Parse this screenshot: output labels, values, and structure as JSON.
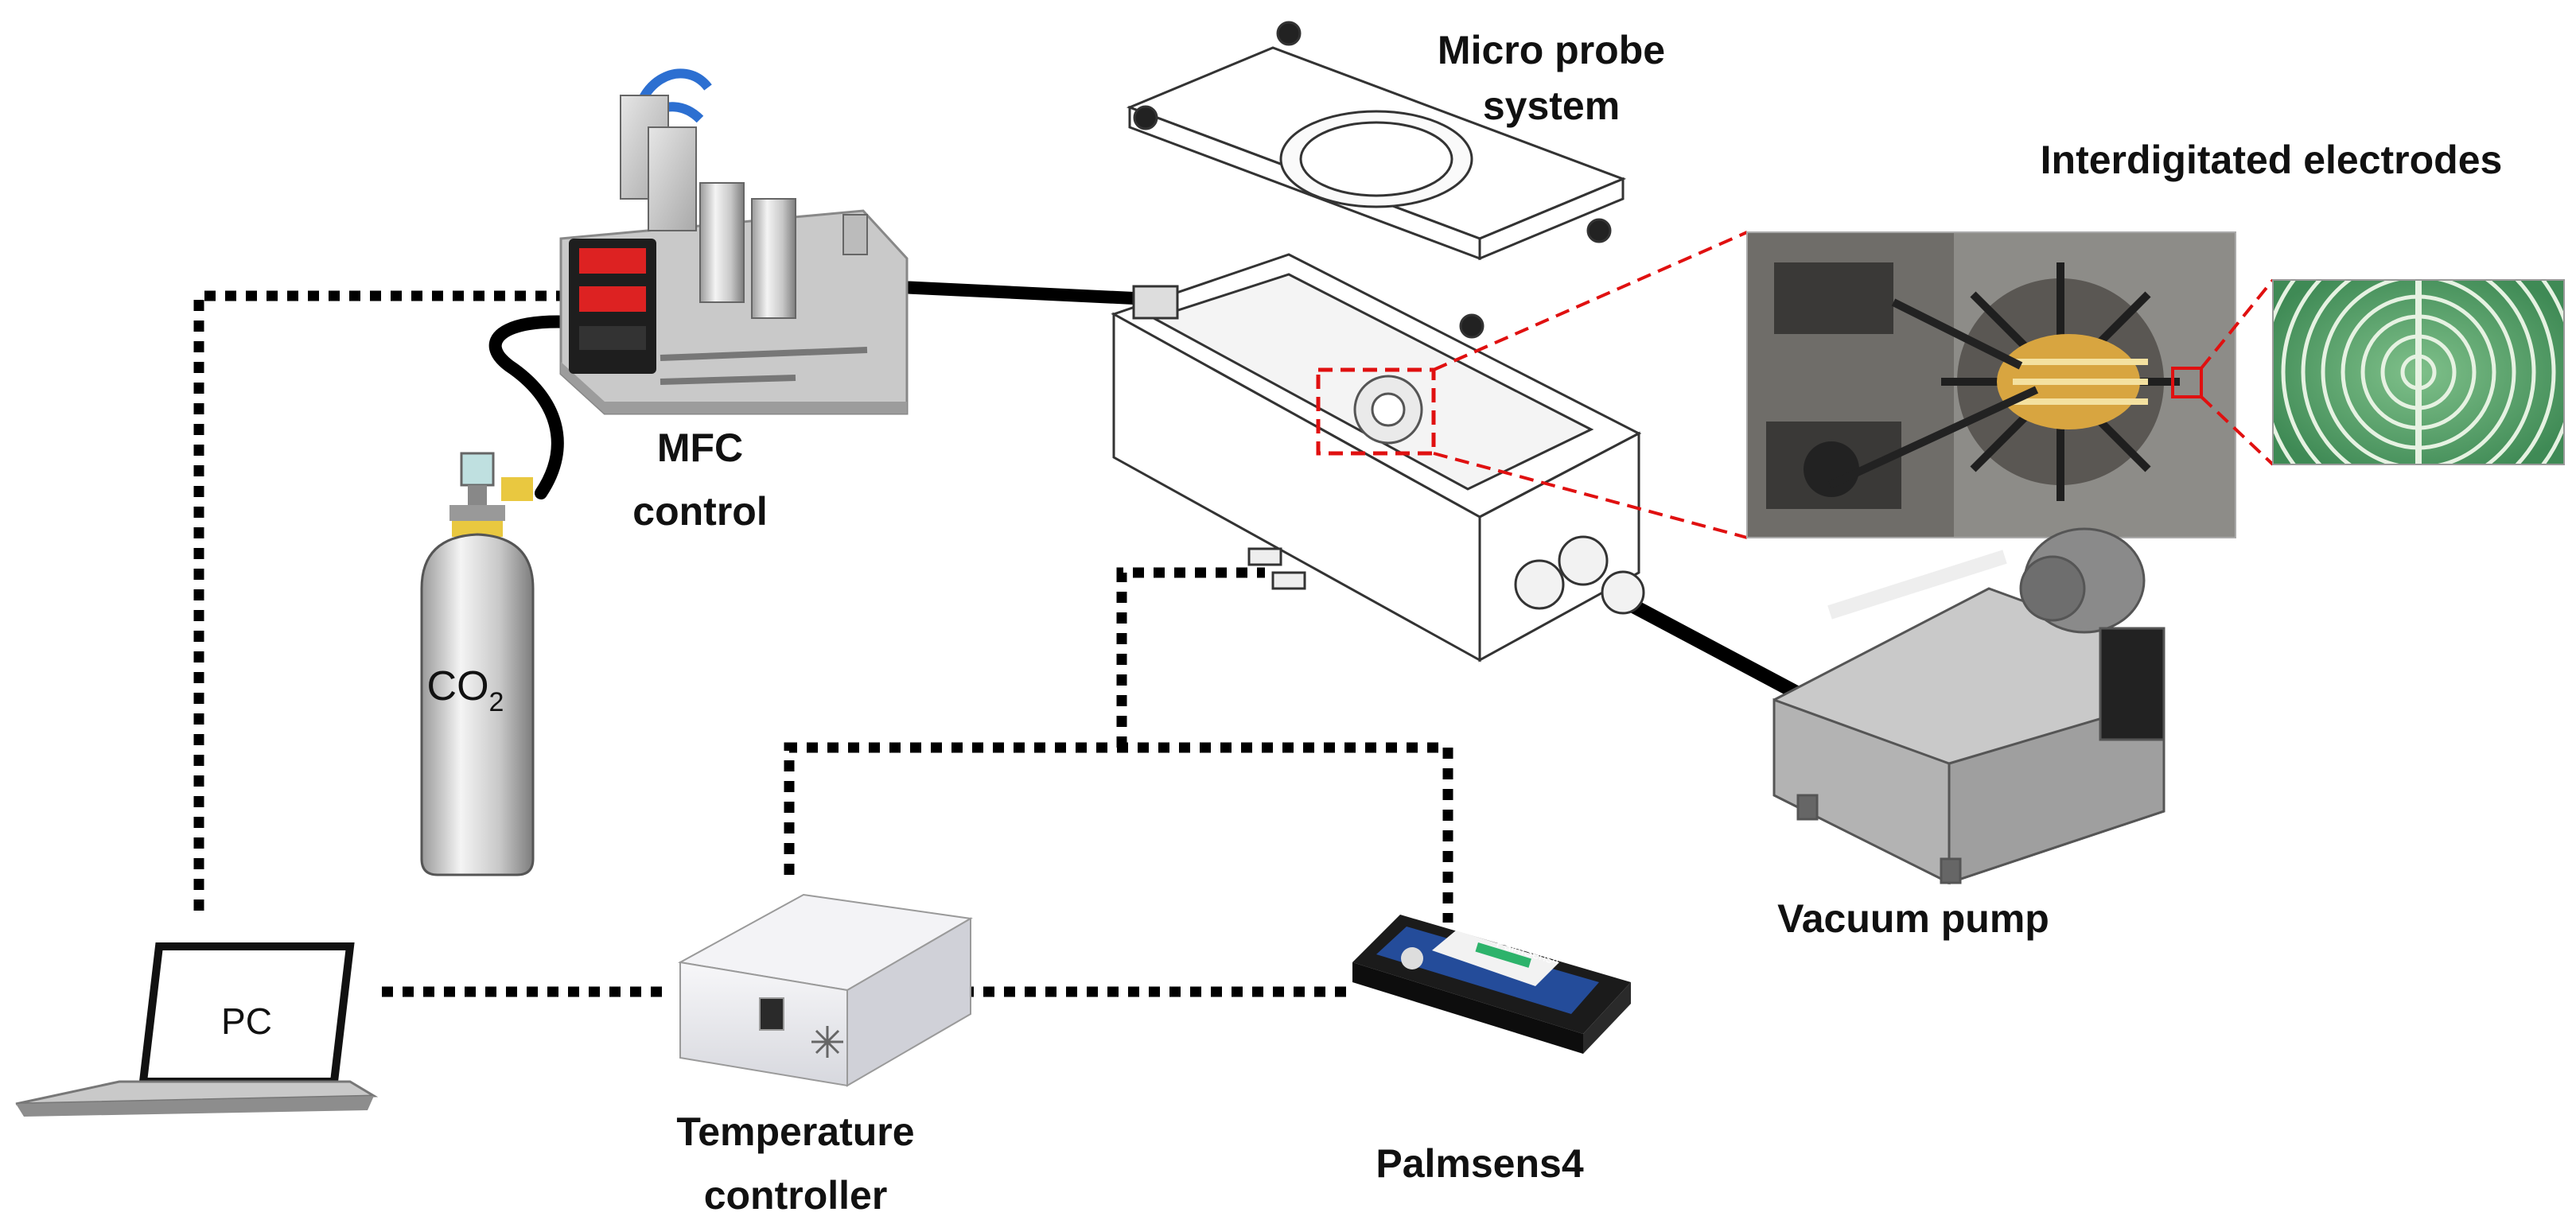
{
  "labels": {
    "micro_probe_line1": "Micro probe",
    "micro_probe_line2": "system",
    "interdigitated": "Interdigitated electrodes",
    "mfc_line1": "MFC",
    "mfc_line2": "control",
    "co2_base": "CO",
    "co2_sub": "2",
    "pc": "PC",
    "vacuum": "Vacuum pump",
    "temp_line1": "Temperature",
    "temp_line2": "controller",
    "palmsens": "Palmsens4"
  },
  "device_texts": {
    "palmsens_brand": "PalmSens4"
  },
  "colors": {
    "dotted_line": "#000000",
    "hose": "#000000",
    "zoom_box": "#e01010",
    "mfc_blue": "#2c6fd1",
    "electrode_gold": "#d8a540",
    "electrode_green": "#5fa36a"
  }
}
